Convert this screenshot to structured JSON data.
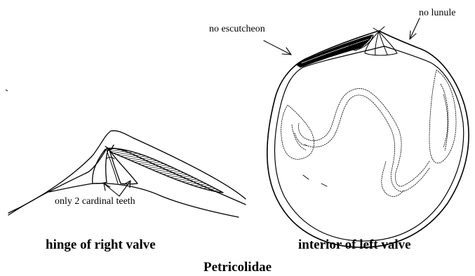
{
  "labels": {
    "no_escutcheon": "no escutcheon",
    "no_lunule": "no lunule",
    "cardinal_teeth": "only 2 cardinal teeth"
  },
  "captions": {
    "left": "hinge of right valve",
    "right": "interior of left valve",
    "family": "Petricolidae"
  },
  "colors": {
    "ink": "#000000",
    "background": "#ffffff"
  }
}
